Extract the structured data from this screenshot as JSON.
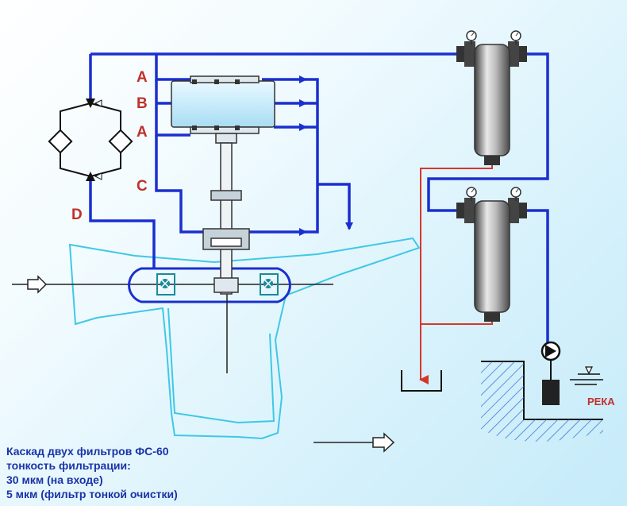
{
  "labels": {
    "a_top": "A",
    "b": "B",
    "a_bottom": "A",
    "c": "C",
    "d": "D",
    "river": "РЕКА"
  },
  "caption": {
    "line1": "Каскад двух фильтров ФС-60",
    "line2": "тонкость фильтрации:",
    "line3": "30 мкм (на входе)",
    "line4": "5   мкм (фильтр тонкой очистки)"
  },
  "colors": {
    "pipe_blue": "#1a2fd0",
    "drain_red": "#d4372c",
    "river_cyan": "#3fc8e6",
    "label_red": "#c0302a",
    "caption_blue": "#1a33a8"
  }
}
